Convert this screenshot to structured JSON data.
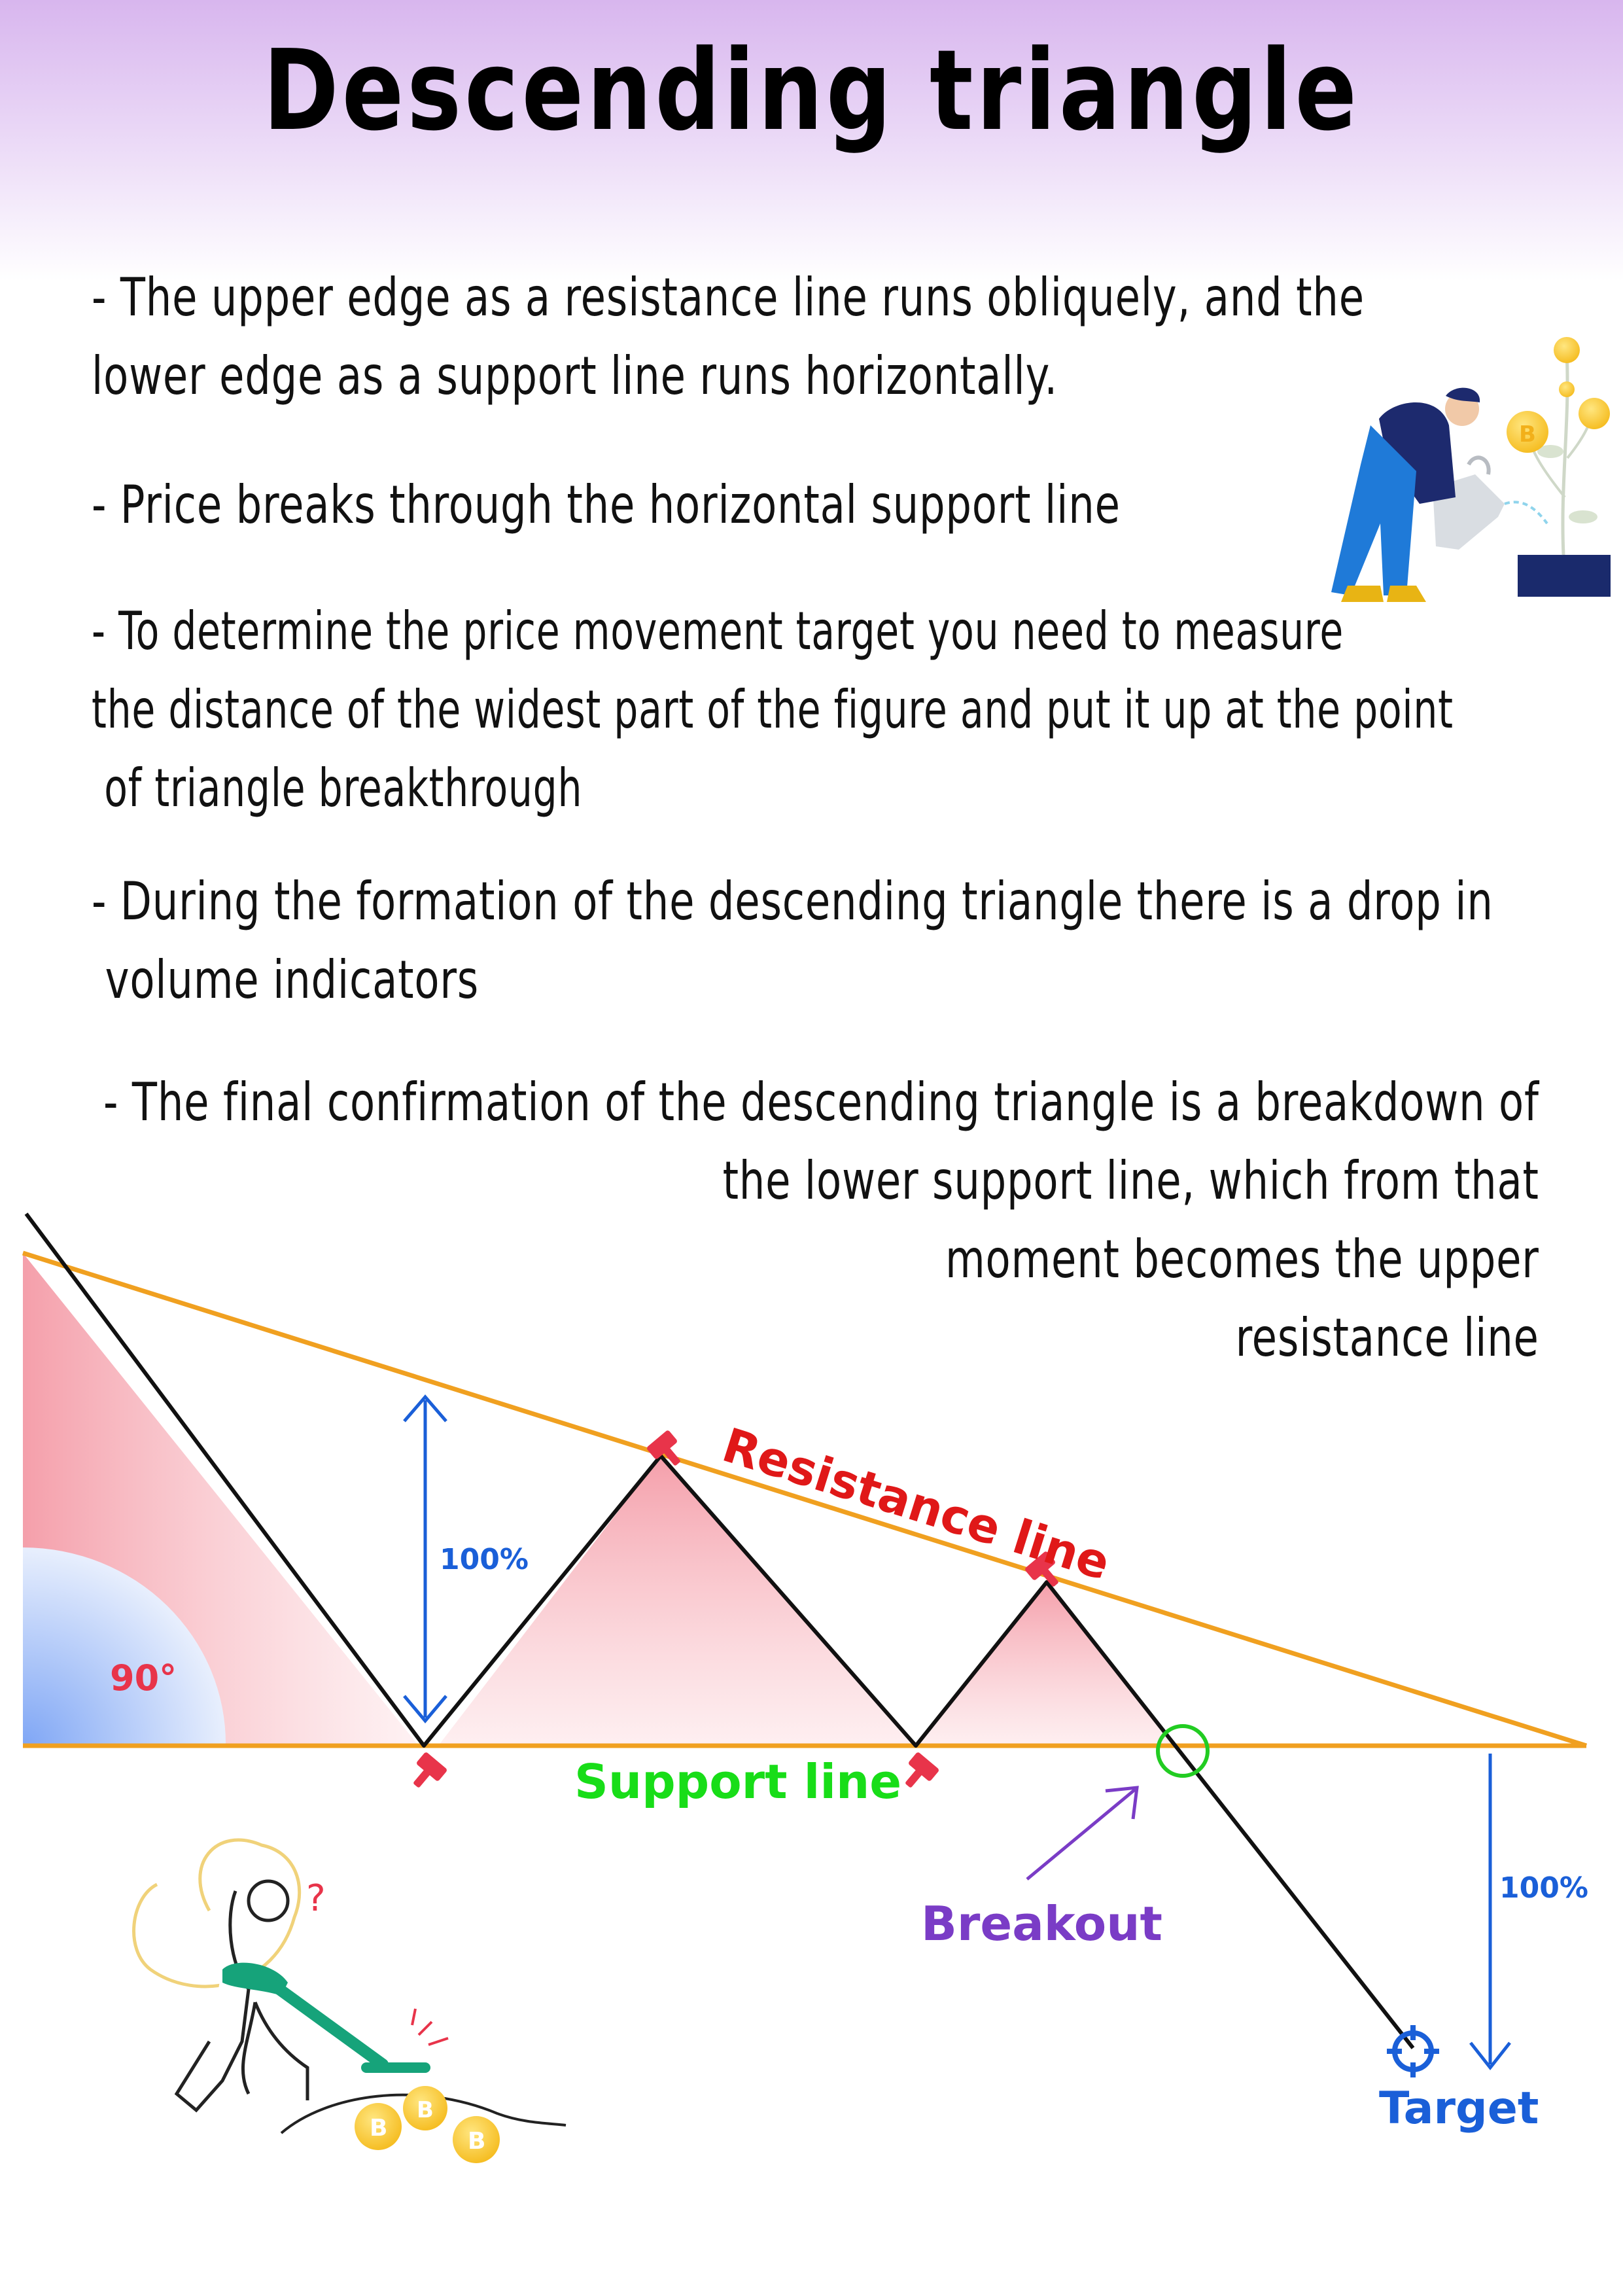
{
  "title": "Descending triangle",
  "bullets": [
    "- The upper edge as a resistance line runs obliquely, and the\nlower edge as a support line runs horizontally.",
    "- Price breaks through the horizontal support line",
    "- To determine the price movement target you need to measure\nthe distance of the widest part of the figure and put it up at the point\n of triangle breakthrough",
    "- During the formation of the descending triangle there is a drop in\n volume indicators",
    "- The final confirmation of the descending triangle is a breakdown of\nthe lower support line, which from that\nmoment becomes the upper\nresistance line"
  ],
  "diagram": {
    "resistance_label": "Resistance line",
    "support_label": "Support line",
    "breakout_label": "Breakout",
    "target_label": "Target",
    "angle_label": "90°",
    "height_label": "100%",
    "projection_label": "100%",
    "colors": {
      "trendline": "#f0a020",
      "price": "#111111",
      "fill": "#f6a7b0",
      "resistance_text": "#e01818",
      "support_text": "#18dd18",
      "breakout_text": "#7a3cc6",
      "measure": "#1a5fd8",
      "marker": "#e8344a"
    },
    "icons": [
      "gavel-icon",
      "target-crosshair-icon",
      "arrow-icon",
      "breakout-circle-icon"
    ]
  },
  "illustrations": {
    "top_right": "person-watering-coin-plant",
    "bottom_left": "person-digging-coins-question-mark",
    "coin_symbol": "B",
    "question_mark": "?"
  }
}
